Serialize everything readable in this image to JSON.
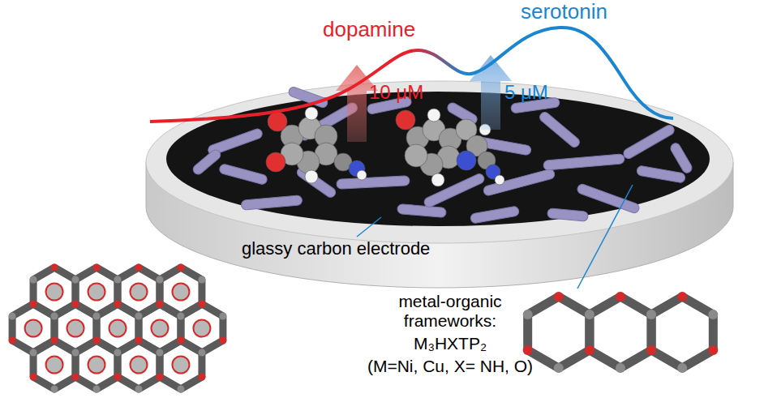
{
  "diagram": {
    "labels": [
      "dopamine",
      "serotonin",
      "10 μM",
      "5 μM",
      "glassy carbon electrode",
      "metal-organic frameworks:",
      "M₃HXTP₂",
      "(M=Ni, Cu, X= NH, O)"
    ]
  }
}
